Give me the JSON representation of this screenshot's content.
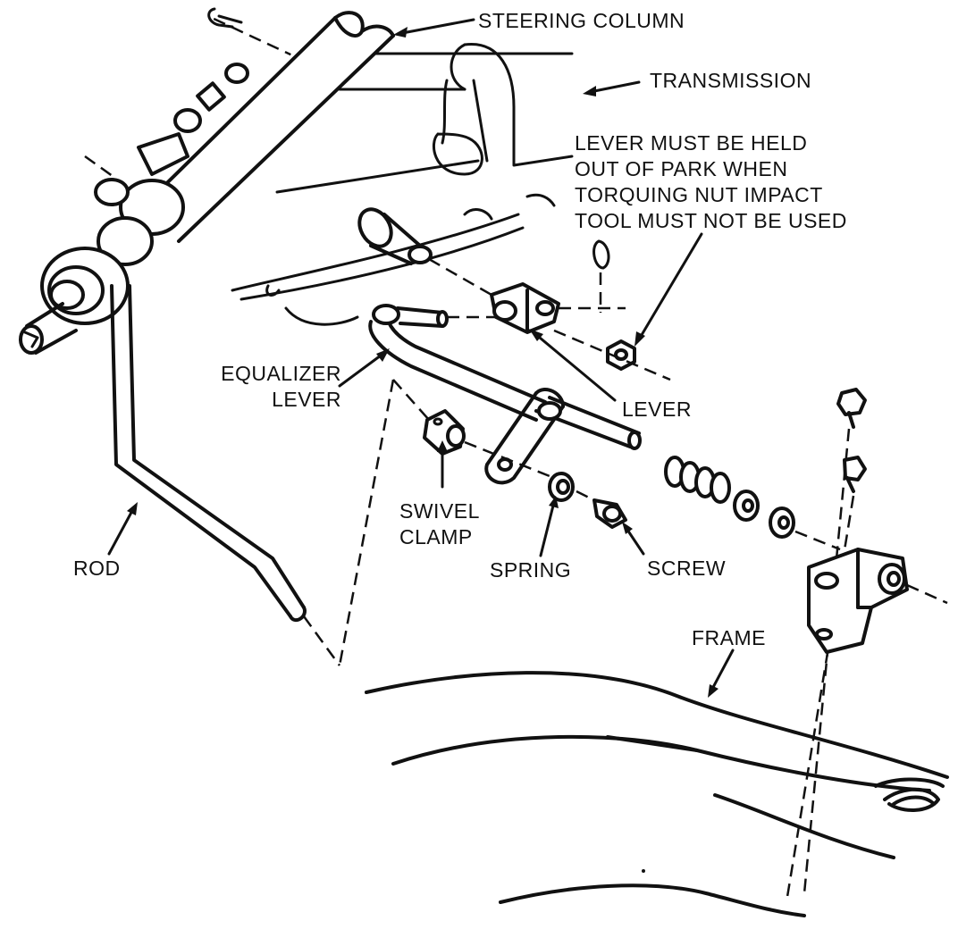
{
  "diagram": {
    "labels": {
      "steering_column": "STEERING COLUMN",
      "transmission": "TRANSMISSION",
      "note": [
        "LEVER MUST BE HELD",
        "OUT OF PARK WHEN",
        "TORQUING NUT  IMPACT",
        "TOOL MUST NOT BE USED"
      ],
      "equalizer_lever": [
        "EQUALIZER",
        "LEVER"
      ],
      "lever": "LEVER",
      "swivel_clamp": [
        "SWIVEL",
        "CLAMP"
      ],
      "rod": "ROD",
      "spring": "SPRING",
      "screw": "SCREW",
      "frame": "FRAME"
    }
  }
}
